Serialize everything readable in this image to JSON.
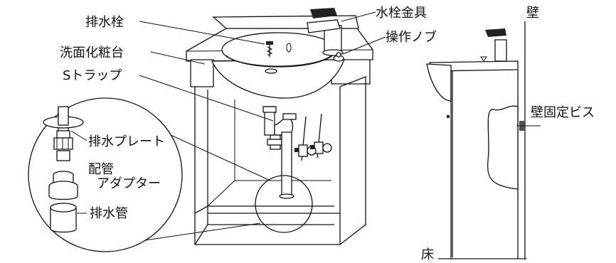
{
  "labels": {
    "drain_plug": "排水栓",
    "vanity": "洗面化粧台",
    "s_trap": "Sトラップ",
    "faucet": "水栓金具",
    "knob": "操作ノブ",
    "drain_plate": "排水プレート",
    "pipe_adapter_line1": "配管",
    "pipe_adapter_line2": "アダプター",
    "drain_pipe": "排水管",
    "wall": "壁",
    "wall_screw": "壁固定ビス",
    "floor": "床"
  }
}
